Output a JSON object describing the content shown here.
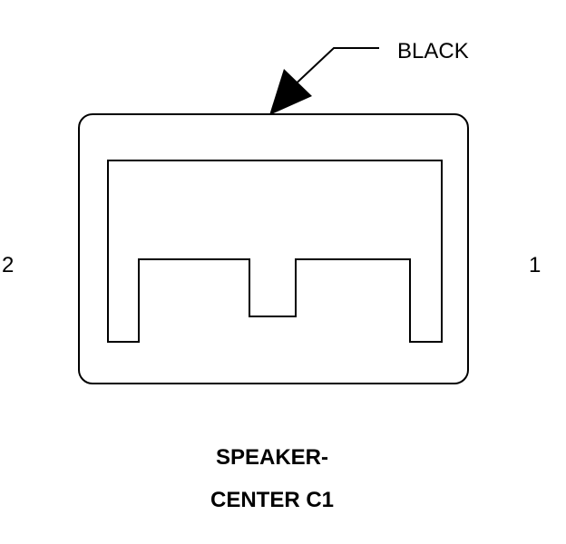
{
  "connector": {
    "color_label": "BLACK",
    "pin_left": "2",
    "pin_right": "1",
    "title_line1": "SPEAKER-",
    "title_line2": "CENTER C1"
  },
  "colors": {
    "line": "#000000",
    "background": "#ffffff"
  }
}
